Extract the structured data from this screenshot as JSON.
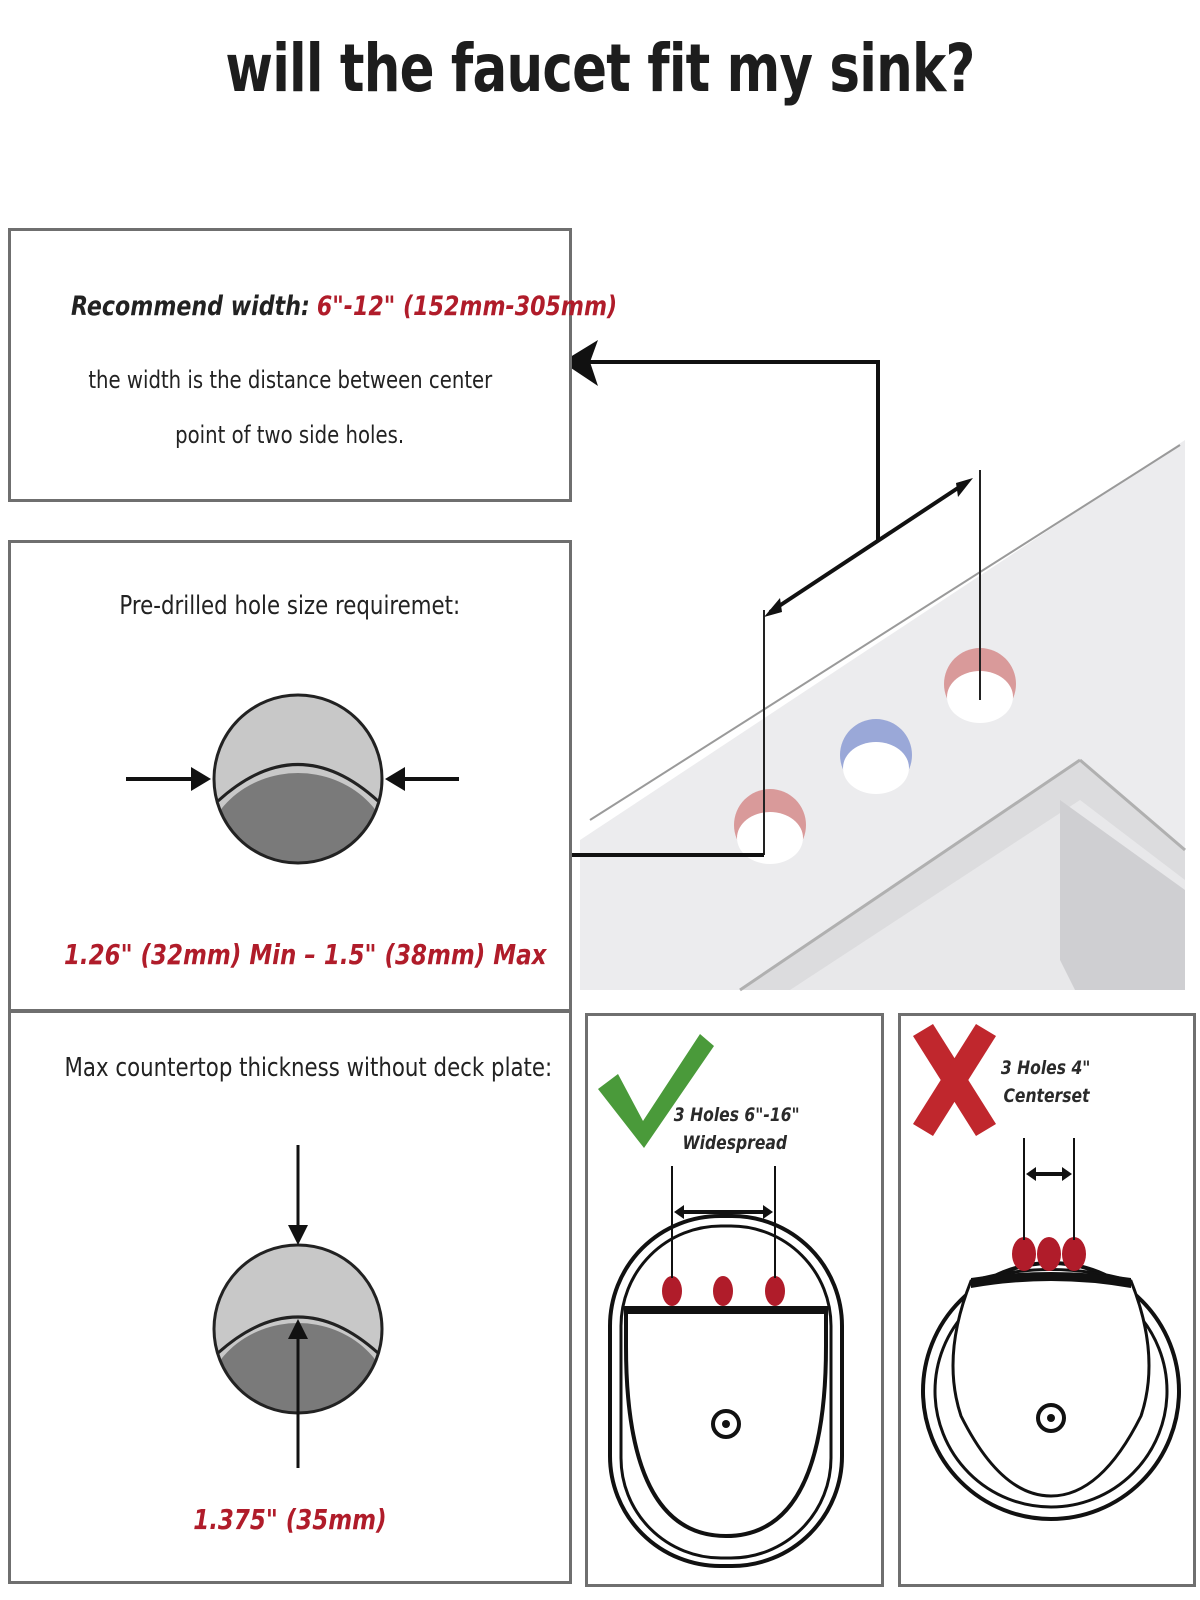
{
  "title": "will the faucet fit my sink?",
  "width_panel": {
    "label": "Recommend width:",
    "value": "6\"-12\" (152mm-305mm)",
    "desc_line1": "the width is the distance between center",
    "desc_line2": "point of two side holes."
  },
  "hole_panel": {
    "label": "Pre-drilled hole size requiremet:",
    "value": "1.26\" (32mm) Min – 1.5\" (38mm) Max"
  },
  "thickness_panel": {
    "label": "Max countertop thickness without deck plate:",
    "value": "1.375\" (35mm)"
  },
  "widespread_panel": {
    "line1": "3 Holes 6\"-16\"",
    "line2": "Widespread",
    "status_icon": "check-icon"
  },
  "centerset_panel": {
    "line1": "3 Holes 4\"",
    "line2": "Centerset",
    "status_icon": "cross-icon"
  },
  "colors": {
    "accent_red": "#b01c2a",
    "check_green": "#4a9a3a",
    "cross_red": "#c0272d",
    "hot_hole": "#d99a9a",
    "cold_hole": "#9aa8d8"
  }
}
